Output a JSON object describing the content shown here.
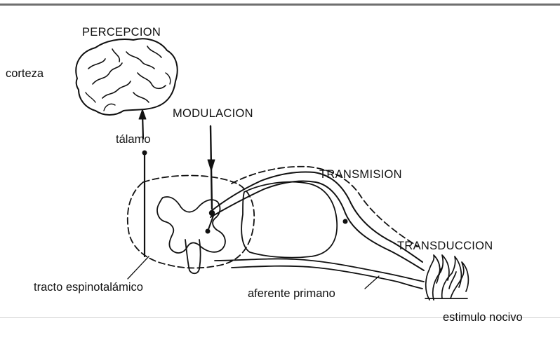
{
  "labels": {
    "percepcion": "PERCEPCION",
    "corteza": "corteza",
    "talamo": "tálamo",
    "modulacion": "MODULACION",
    "transmision": "TRANSMISION",
    "transduccion": "TRANSDUCCION",
    "tracto": "tracto espinotalámico",
    "aferente": "aferente primano",
    "estimulo": "estimulo nocivo"
  },
  "colors": {
    "ink": "#111111",
    "rule": "#6f6f6f",
    "background": "#ffffff"
  }
}
